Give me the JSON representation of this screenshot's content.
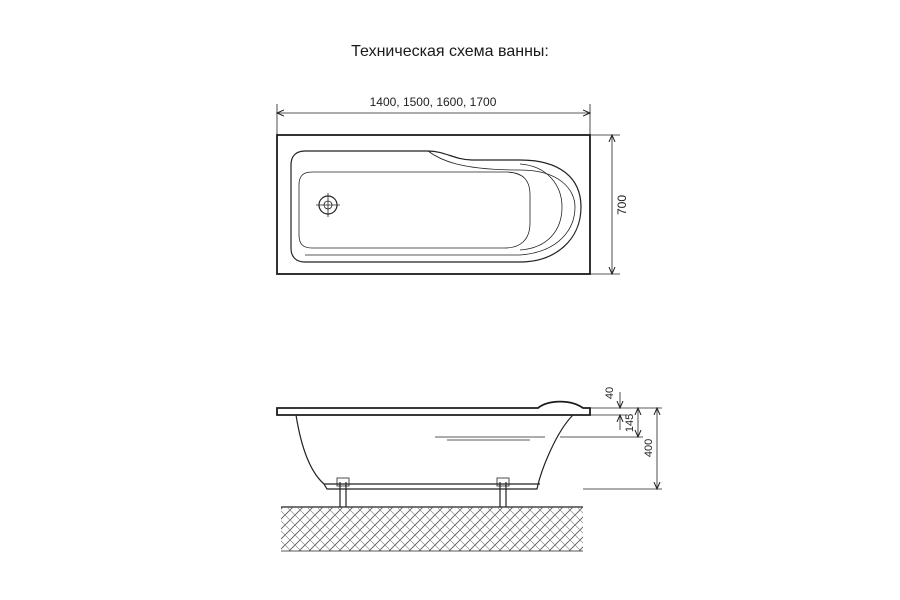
{
  "title": "Техническая схема ванны:",
  "dimensions": {
    "length": "1400, 1500, 1600, 1700",
    "width": "700",
    "rim_thickness": "40",
    "rim_to_overflow": "145",
    "total_height": "400"
  },
  "colors": {
    "line": "#222222",
    "background": "#ffffff"
  }
}
